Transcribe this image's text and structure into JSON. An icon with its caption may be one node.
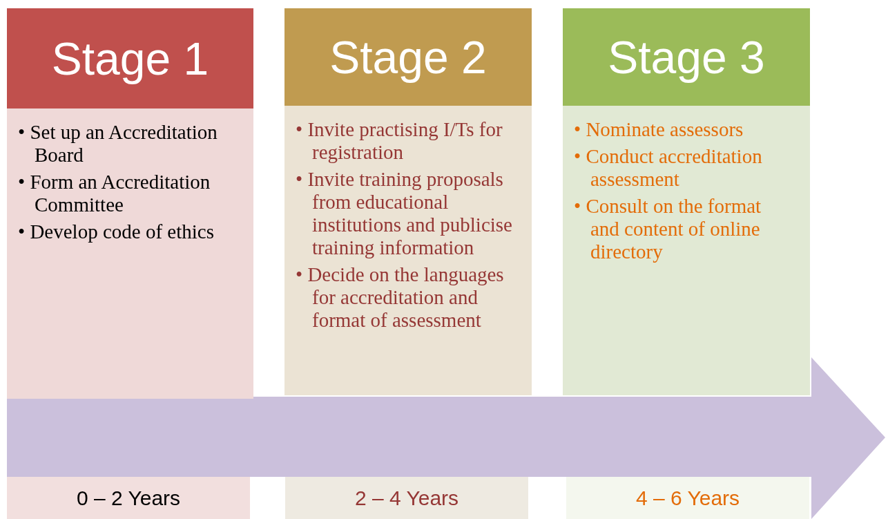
{
  "diagram": {
    "nodes": [
      {
        "text": [
          "Stage 1"
        ]
      },
      {
        "text": [
          "• Set up an Accreditation Board",
          "• Form an Accreditation Committee",
          "• Develop code of ethics"
        ]
      },
      {
        "text": [
          "0 – 2 Years"
        ]
      },
      {
        "text": [
          "Stage 2"
        ]
      },
      {
        "text": [
          "• Invite practising I/Ts for registration",
          "• Invite training proposals from educational institutions and publicise training information",
          "• Decide on the languages for accreditation and format of assessment"
        ]
      },
      {
        "text": [
          "2 – 4 Years"
        ]
      },
      {
        "text": [
          "Stage 3"
        ]
      },
      {
        "text": [
          "• Nominate assessors",
          "• Conduct accreditation assessment",
          "• Consult on the format and content of online directory"
        ]
      },
      {
        "text": [
          "4 – 6 Years"
        ]
      },
      {
        "text": [],
        "shape": "arrow"
      }
    ],
    "edges": []
  }
}
